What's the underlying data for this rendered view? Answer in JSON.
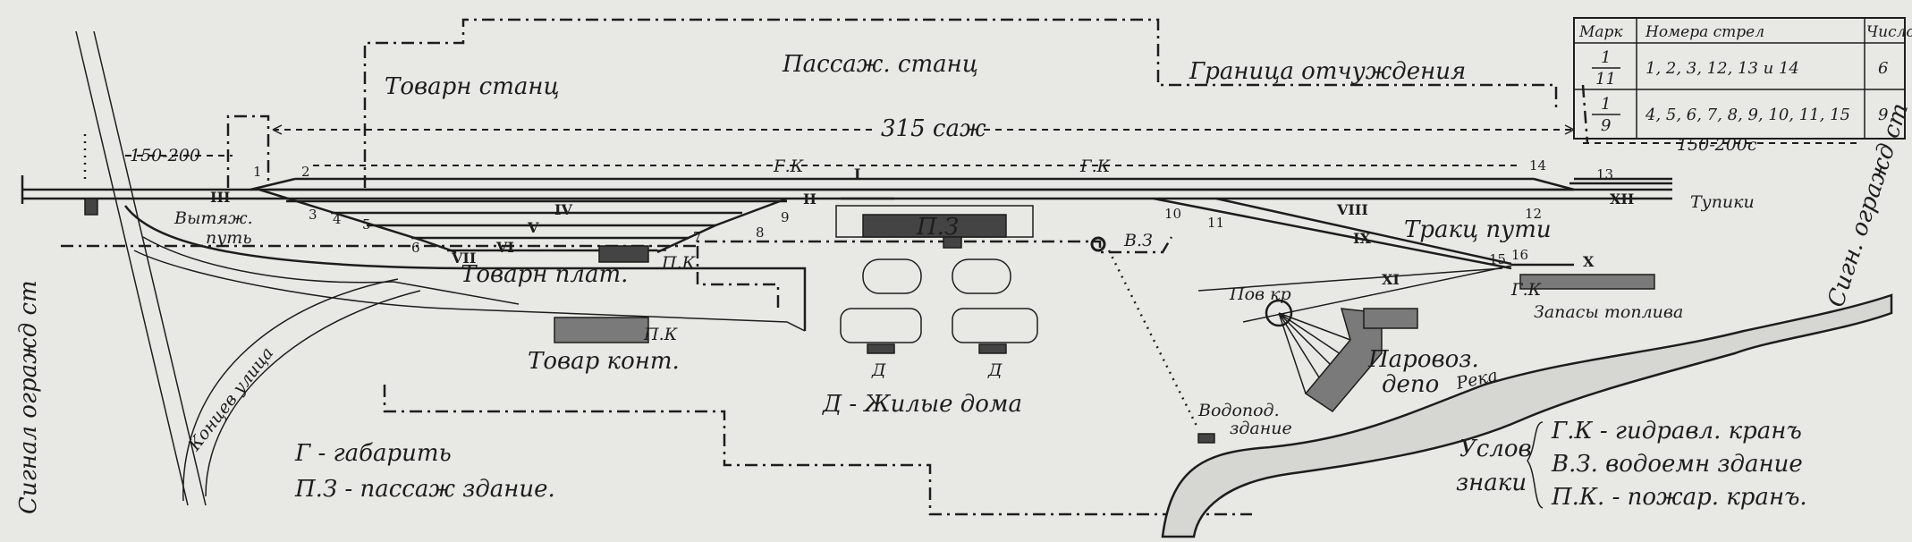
{
  "labels": {
    "goods_station": "Товарн станц",
    "passenger_station": "Пассаж. станц",
    "allotment_boundary": "Граница отчуждения",
    "main_length": "315 саж",
    "offset_left": "150-200",
    "offset_right": "150-200с",
    "dead_ends": "Тупики",
    "pull_out_line1": "Вытяж.",
    "pull_out_line2": "путь",
    "goods_platform": "Товарн плат.",
    "goods_office": "Товар конт.",
    "passenger_building": "П.З",
    "water_building_marker": "В.З",
    "traction_tracks": "Тракц пути",
    "turntable": "Пов кр",
    "fuel_stores": "Запасы топлива",
    "depot_line1": "Паровоз.",
    "depot_line2": "депо",
    "water_pump_line1": "Водопод.",
    "water_pump_line2": "здание",
    "residential": "Д - Жилые дома",
    "house_mark": "Д",
    "river": "Река",
    "end_street": "Концев улица",
    "signal_fence_left": "Сигнал огражд ст",
    "signal_fence_right": "Сигн. огражд ст",
    "hydrant_1": "Г.К",
    "hydrant_2": "Г.К",
    "hydrant_3": "Г.К",
    "fire_crane_1": "П.К",
    "fire_crane_2": "П.К"
  },
  "legend": {
    "gauge": "Г - габарить",
    "passenger_bldg": "П.З - пассаж здание.",
    "symbols_title_line1": "Услов",
    "symbols_title_line2": "знаки",
    "sym_hydrant": "Г.К - гидравл. кранъ",
    "sym_water": "В.З. водоемн здание",
    "sym_fire": "П.К. - пожар. кранъ."
  },
  "switch_table": {
    "headers": [
      "Марк",
      "Номера стрел",
      "Число"
    ],
    "rows": [
      {
        "mark_num": "1",
        "mark_den": "11",
        "numbers": "1, 2, 3, 12, 13 и 14",
        "count": "6"
      },
      {
        "mark_num": "1",
        "mark_den": "9",
        "numbers": "4, 5, 6, 7, 8, 9, 10, 11, 15",
        "count": "9"
      }
    ]
  },
  "switch_numbers": [
    "1",
    "2",
    "3",
    "4",
    "5",
    "6",
    "7",
    "8",
    "9",
    "10",
    "11",
    "12",
    "13",
    "14",
    "15",
    "16"
  ],
  "track_numbers": [
    "I",
    "II",
    "III",
    "IV",
    "V",
    "VI",
    "VII",
    "VIII",
    "IX",
    "X",
    "XI",
    "XII"
  ],
  "colors": {
    "ink": "#1d1d1d",
    "paper": "#e8e9e4"
  }
}
